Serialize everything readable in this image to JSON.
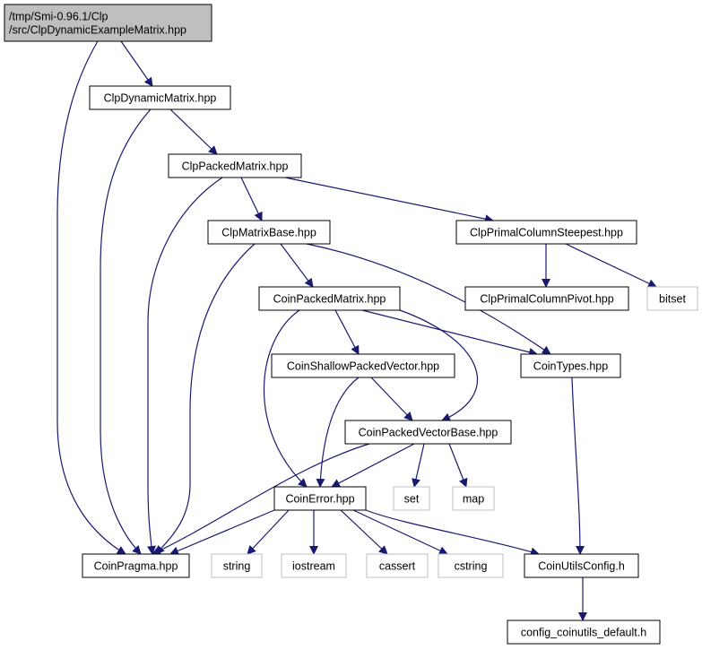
{
  "colors": {
    "edge": "#191970",
    "root_fill": "#bfbfbf",
    "node_border": "#000000",
    "external_border": "#bfbfbf",
    "background": "#ffffff"
  },
  "nodes": {
    "root": {
      "lines": [
        "/tmp/Smi-0.96.1/Clp",
        "/src/ClpDynamicExampleMatrix.hpp"
      ],
      "kind": "root"
    },
    "clp_dynamic_matrix": {
      "lines": [
        "ClpDynamicMatrix.hpp"
      ],
      "kind": "file"
    },
    "clp_packed_matrix": {
      "lines": [
        "ClpPackedMatrix.hpp"
      ],
      "kind": "file"
    },
    "clp_matrix_base": {
      "lines": [
        "ClpMatrixBase.hpp"
      ],
      "kind": "file"
    },
    "clp_primal_column_steepest": {
      "lines": [
        "ClpPrimalColumnSteepest.hpp"
      ],
      "kind": "file"
    },
    "clp_primal_column_pivot": {
      "lines": [
        "ClpPrimalColumnPivot.hpp"
      ],
      "kind": "file"
    },
    "bitset": {
      "lines": [
        "bitset"
      ],
      "kind": "external"
    },
    "coin_packed_matrix": {
      "lines": [
        "CoinPackedMatrix.hpp"
      ],
      "kind": "file"
    },
    "coin_shallow_packed_vector": {
      "lines": [
        "CoinShallowPackedVector.hpp"
      ],
      "kind": "file"
    },
    "coin_types": {
      "lines": [
        "CoinTypes.hpp"
      ],
      "kind": "file"
    },
    "coin_packed_vector_base": {
      "lines": [
        "CoinPackedVectorBase.hpp"
      ],
      "kind": "file"
    },
    "set": {
      "lines": [
        "set"
      ],
      "kind": "external"
    },
    "map": {
      "lines": [
        "map"
      ],
      "kind": "external"
    },
    "coin_error": {
      "lines": [
        "CoinError.hpp"
      ],
      "kind": "file"
    },
    "coin_pragma": {
      "lines": [
        "CoinPragma.hpp"
      ],
      "kind": "file"
    },
    "string": {
      "lines": [
        "string"
      ],
      "kind": "external"
    },
    "iostream": {
      "lines": [
        "iostream"
      ],
      "kind": "external"
    },
    "cassert": {
      "lines": [
        "cassert"
      ],
      "kind": "external"
    },
    "cstring": {
      "lines": [
        "cstring"
      ],
      "kind": "external"
    },
    "coin_utils_config": {
      "lines": [
        "CoinUtilsConfig.h"
      ],
      "kind": "file"
    },
    "config_coinutils_default": {
      "lines": [
        "config_coinutils_default.h"
      ],
      "kind": "file"
    }
  },
  "edges": [
    [
      "root",
      "clp_dynamic_matrix"
    ],
    [
      "root",
      "coin_pragma"
    ],
    [
      "clp_dynamic_matrix",
      "clp_packed_matrix"
    ],
    [
      "clp_dynamic_matrix",
      "coin_pragma"
    ],
    [
      "clp_packed_matrix",
      "clp_matrix_base"
    ],
    [
      "clp_packed_matrix",
      "clp_primal_column_steepest"
    ],
    [
      "clp_packed_matrix",
      "coin_pragma"
    ],
    [
      "clp_matrix_base",
      "coin_packed_matrix"
    ],
    [
      "clp_matrix_base",
      "coin_types"
    ],
    [
      "clp_matrix_base",
      "coin_pragma"
    ],
    [
      "clp_primal_column_steepest",
      "clp_primal_column_pivot"
    ],
    [
      "clp_primal_column_steepest",
      "bitset"
    ],
    [
      "coin_packed_matrix",
      "coin_shallow_packed_vector"
    ],
    [
      "coin_packed_matrix",
      "coin_types"
    ],
    [
      "coin_packed_matrix",
      "coin_packed_vector_base"
    ],
    [
      "coin_packed_matrix",
      "coin_error"
    ],
    [
      "coin_shallow_packed_vector",
      "coin_packed_vector_base"
    ],
    [
      "coin_shallow_packed_vector",
      "coin_error"
    ],
    [
      "coin_packed_vector_base",
      "coin_error"
    ],
    [
      "coin_packed_vector_base",
      "set"
    ],
    [
      "coin_packed_vector_base",
      "map"
    ],
    [
      "coin_packed_vector_base",
      "coin_pragma"
    ],
    [
      "coin_types",
      "coin_utils_config"
    ],
    [
      "coin_error",
      "coin_pragma"
    ],
    [
      "coin_error",
      "string"
    ],
    [
      "coin_error",
      "iostream"
    ],
    [
      "coin_error",
      "cassert"
    ],
    [
      "coin_error",
      "cstring"
    ],
    [
      "coin_error",
      "coin_utils_config"
    ],
    [
      "coin_utils_config",
      "config_coinutils_default"
    ]
  ]
}
